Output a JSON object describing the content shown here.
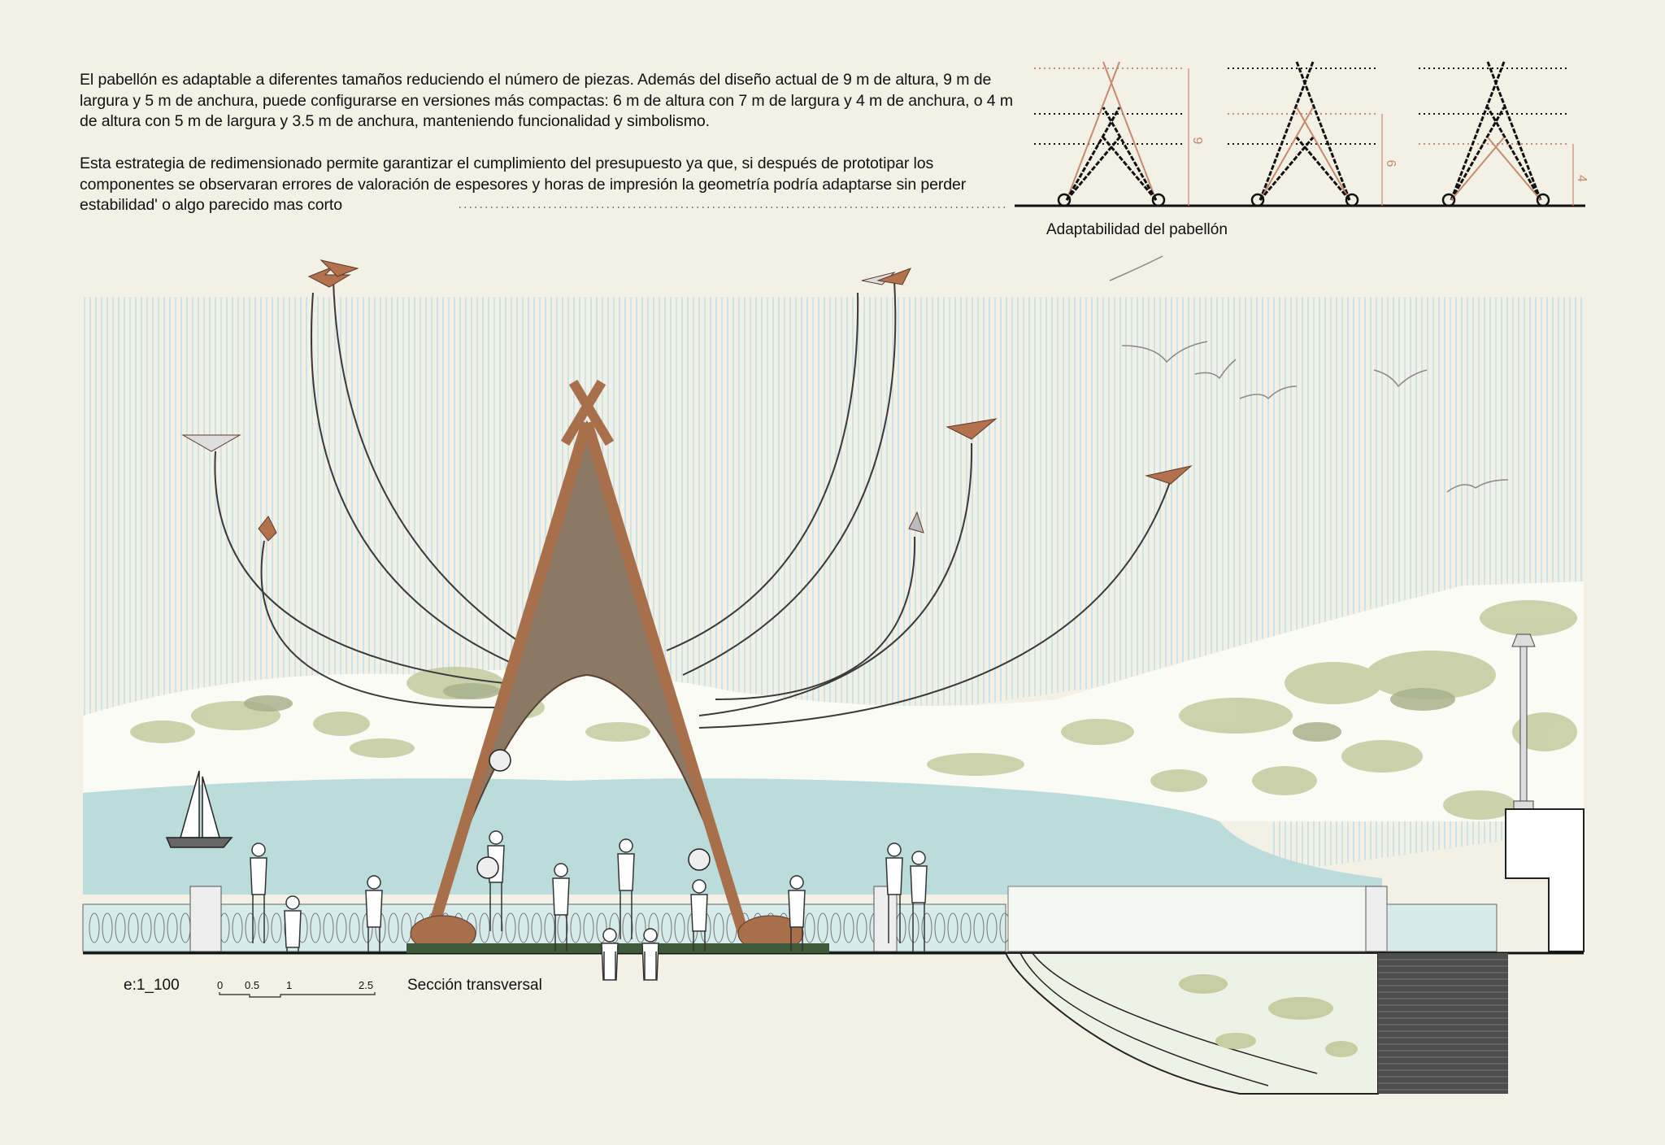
{
  "description_text": {
    "paragraph_1": "El pabellón es adaptable a diferentes tamaños reduciendo el número de piezas. Además del diseño actual de 9 m de altura, 9 m de largura y 5 m de anchura, puede configurarse en versiones más compactas: 6 m de altura con 7 m de largura y 4 m de anchura, o 4 m de altura con 5 m de largura y 3.5 m de anchura, manteniendo funcionalidad y simbolismo.",
    "paragraph_2": "Esta estrategia de redimensionado permite garantizar el cumplimiento del presupuesto ya que, si después de prototipar los componentes se observaran errores de valoración de espesores y horas de impresión la geometría podría adaptarse sin perder estabilidad' o algo parecido mas corto"
  },
  "adaptability": {
    "label": "Adaptabilidad del pabellón",
    "heights": [
      "9",
      "6",
      "4"
    ]
  },
  "section": {
    "scale": "e:1_100",
    "scale_bar_ticks": [
      "0",
      "0.5",
      "1",
      "2.5"
    ],
    "title": "Sección transversal"
  },
  "colors": {
    "background": "#f3f0e5",
    "sky_lines": "#a9d3ea",
    "water": "#bcdcdc",
    "vegetation": "#c9cfa4",
    "pavilion": "#a86f4d",
    "accent_dimension": "#c58a70"
  }
}
